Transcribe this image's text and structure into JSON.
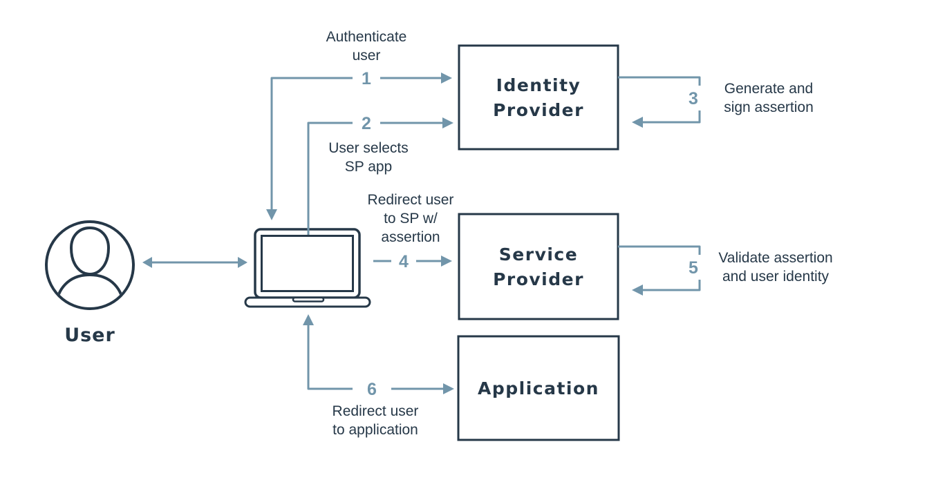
{
  "diagram": {
    "type": "flow-diagram",
    "subject": "SAML SSO authentication flow",
    "colors": {
      "ink": "#263848",
      "accent": "#7195aa",
      "background": "#ffffff"
    },
    "nodes": {
      "user": {
        "label": "User",
        "icon": "user-icon"
      },
      "browser": {
        "icon": "laptop-icon"
      },
      "identity_provider": {
        "lines": [
          "Identity",
          "Provider"
        ]
      },
      "service_provider": {
        "lines": [
          "Service",
          "Provider"
        ]
      },
      "application": {
        "label": "Application"
      }
    },
    "steps": [
      {
        "number": "1",
        "lines": [
          "Authenticate",
          "user"
        ]
      },
      {
        "number": "2",
        "lines": [
          "User selects",
          "SP app"
        ]
      },
      {
        "number": "3",
        "lines": [
          "Generate and",
          "sign assertion"
        ]
      },
      {
        "number": "4",
        "lines": [
          "Redirect user",
          "to SP w/",
          "assertion"
        ]
      },
      {
        "number": "5",
        "lines": [
          "Validate assertion",
          "and user identity"
        ]
      },
      {
        "number": "6",
        "lines": [
          "Redirect user",
          "to application"
        ]
      }
    ]
  }
}
